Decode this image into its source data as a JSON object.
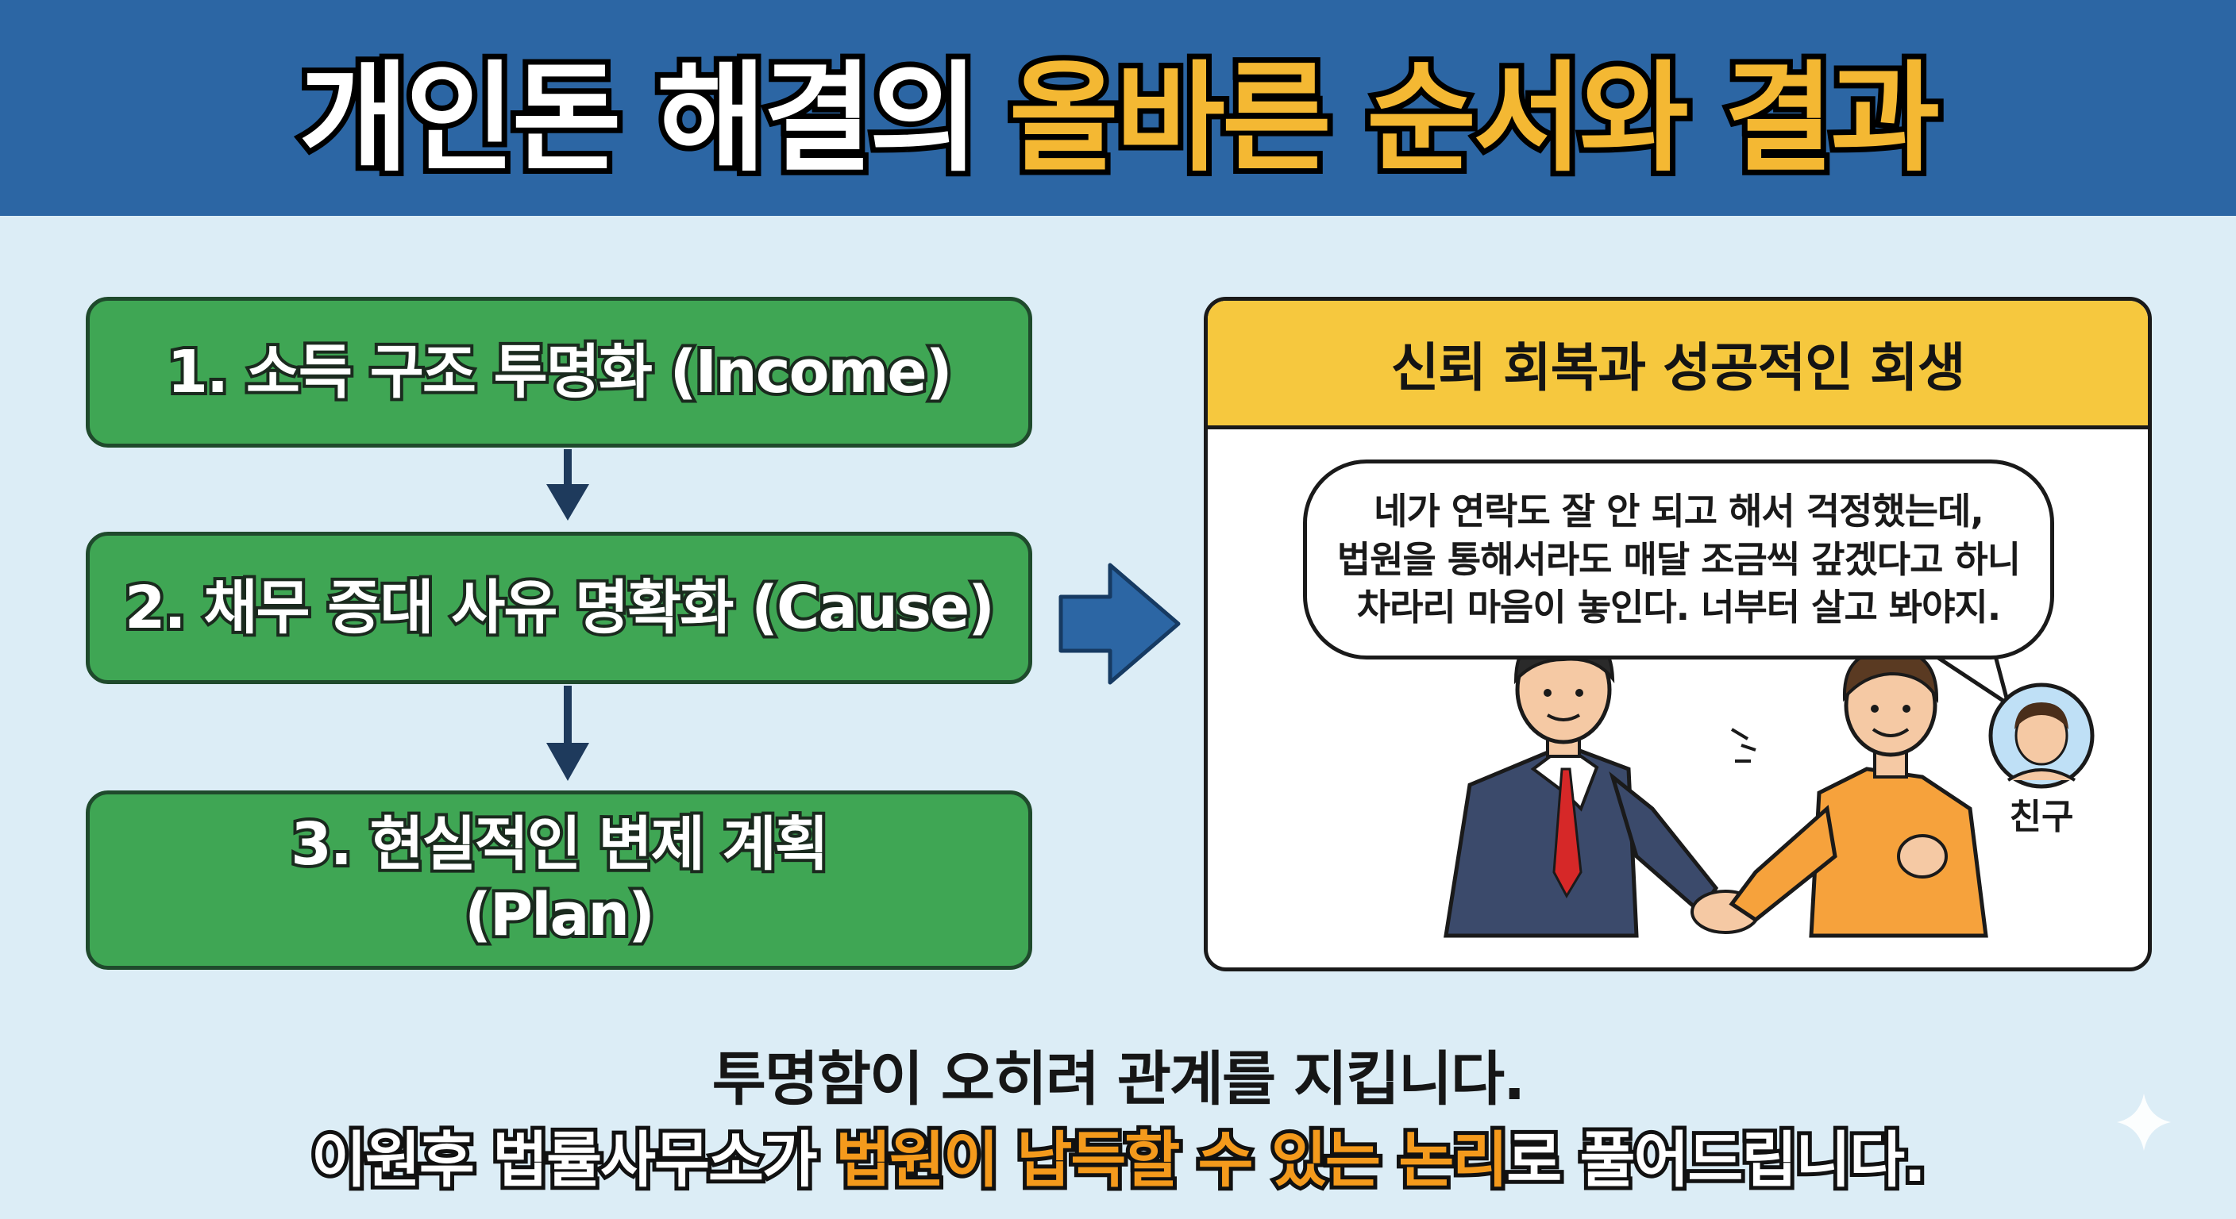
{
  "title": {
    "part1": "개인돈 해결의",
    "part2": "올바른 순서와 결과"
  },
  "steps": [
    {
      "label": "1. 소득 구조 투명화 (Income)"
    },
    {
      "label": "2. 채무 증대 사유 명확화 (Cause)"
    },
    {
      "line1": "3. 현실적인 변제 계획",
      "line2": "(Plan)"
    }
  ],
  "result": {
    "header": "신뢰 회복과 성공적인 회생",
    "bubble_lines": [
      "네가 연락도 잘 안 되고 해서 걱정했는데,",
      "법원을 통해서라도 매달 조금씩 갚겠다고 하니",
      "차라리 마음이 놓인다. 너부터 살고 봐야지."
    ],
    "friend_label": "친구"
  },
  "footer": {
    "line1": "투명함이 오히려 관계를 지킵니다.",
    "line2_a": "이원후 법률사무소가 ",
    "line2_b": "법원이 납득할 수 있는 논리",
    "line2_c": "로 풀어드립니다."
  },
  "colors": {
    "header_bg": "#2c66a4",
    "page_bg": "#dcedf6",
    "step_green": "#3fa654",
    "accent_gold": "#f4b833",
    "accent_orange": "#f49a1c",
    "card_header_yellow": "#f6c83e",
    "arrow_blue": "#2c66a4"
  },
  "icons": [
    "down-arrow-icon",
    "right-arrow-icon",
    "handshake-illustration",
    "friend-avatar-icon",
    "sparkle-icon"
  ]
}
